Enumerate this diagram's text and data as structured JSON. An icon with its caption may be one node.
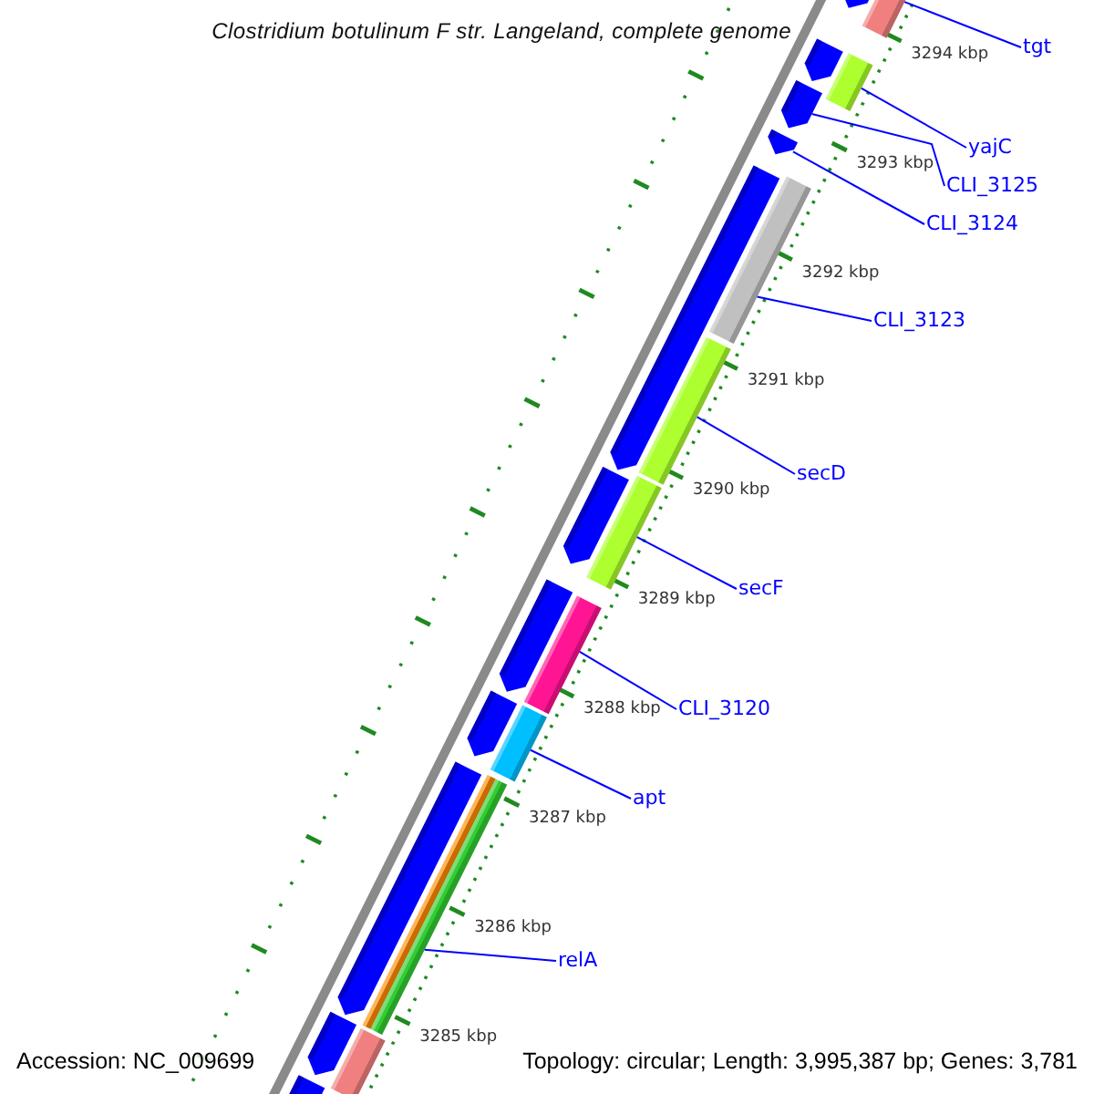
{
  "diagram": {
    "title": "Clostridium botulinum F str. Langeland, complete genome",
    "nodes": [
      {
        "text": [
          "tgt"
        ]
      },
      {
        "text": [],
        "shape": "bar"
      },
      {
        "text": [
          "yajC"
        ]
      },
      {
        "text": [],
        "shape": "bar"
      },
      {
        "text": [
          "CLI_3125"
        ]
      },
      {
        "text": [],
        "shape": "bar"
      },
      {
        "text": [
          "CLI_3124"
        ]
      },
      {
        "text": [],
        "shape": "bar"
      },
      {
        "text": [
          "CLI_3123"
        ]
      },
      {
        "text": [],
        "shape": "bar"
      },
      {
        "text": [
          "secD"
        ]
      },
      {
        "text": [],
        "shape": "bar"
      },
      {
        "text": [
          "secF"
        ]
      },
      {
        "text": [],
        "shape": "bar"
      },
      {
        "text": [
          "CLI_3120"
        ]
      },
      {
        "text": [],
        "shape": "bar"
      },
      {
        "text": [
          "apt"
        ]
      },
      {
        "text": [],
        "shape": "bar"
      },
      {
        "text": [
          "relA"
        ]
      },
      {
        "text": [],
        "shape": "bar"
      }
    ],
    "edges": [
      {
        "from": 0,
        "to": 1,
        "arrow": "none"
      },
      {
        "from": 2,
        "to": 3,
        "arrow": "none"
      },
      {
        "from": 4,
        "to": 5,
        "arrow": "none"
      },
      {
        "from": 6,
        "to": 7,
        "arrow": "none"
      },
      {
        "from": 8,
        "to": 9,
        "arrow": "none"
      },
      {
        "from": 10,
        "to": 11,
        "arrow": "none"
      },
      {
        "from": 12,
        "to": 13,
        "arrow": "none"
      },
      {
        "from": 14,
        "to": 15,
        "arrow": "none"
      },
      {
        "from": 16,
        "to": 17,
        "arrow": "none"
      },
      {
        "from": 18,
        "to": 19,
        "arrow": "none"
      }
    ],
    "labels": [
      "3294 kbp",
      "3293 kbp",
      "3292 kbp",
      "3291 kbp",
      "3290 kbp",
      "3289 kbp",
      "3288 kbp",
      "3287 kbp",
      "3286 kbp",
      "3285 kbp",
      "Accession: NC_009699",
      "Topology: circular; Length: 3,995,387 bp; Genes: 3,781"
    ]
  }
}
